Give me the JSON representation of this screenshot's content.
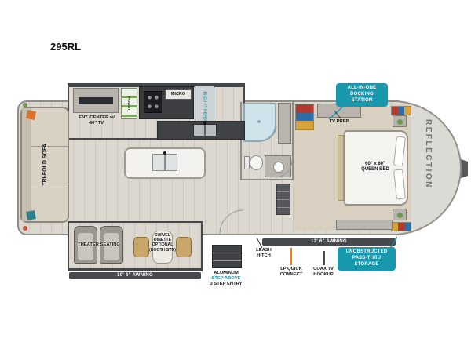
{
  "title": "295RL",
  "colors": {
    "teal": "#1897ad",
    "orange": "#f47920",
    "awning_bar": "#47494d"
  },
  "plan": {
    "sofa": "TRI-FOLD SOFA",
    "ent_center": [
      "ENT. CENTER w/",
      "40\" TV"
    ],
    "pantry": "PANTRY",
    "micro": "MICRO",
    "refer": "10 CU FT REFER",
    "theater": "THEATER SEATING",
    "dinette": [
      "SWIVEL",
      "DINETTE",
      "OPTIONAL",
      "(BOOTH STD)"
    ],
    "bed": [
      "60\" x 80\"",
      "QUEEN BED"
    ],
    "tv_prep": "TV PREP",
    "brand": "REFLECTION",
    "awning_rear": "10' 6\" AWNING",
    "awning_main": "13' 6\" AWNING"
  },
  "callouts": {
    "docking": [
      "ALL-IN-ONE",
      "DOCKING",
      "STATION"
    ],
    "storage": [
      "UNOBSTRUCTED",
      "PASS-THRU",
      "STORAGE"
    ],
    "step": [
      "ALUMINUM",
      "STEP ABOVE",
      "3 STEP ENTRY"
    ],
    "leash": [
      "LEASH",
      "HITCH"
    ],
    "lp": [
      "LP QUICK",
      "CONNECT"
    ],
    "coax": [
      "COAX TV",
      "HOOKUP"
    ]
  }
}
